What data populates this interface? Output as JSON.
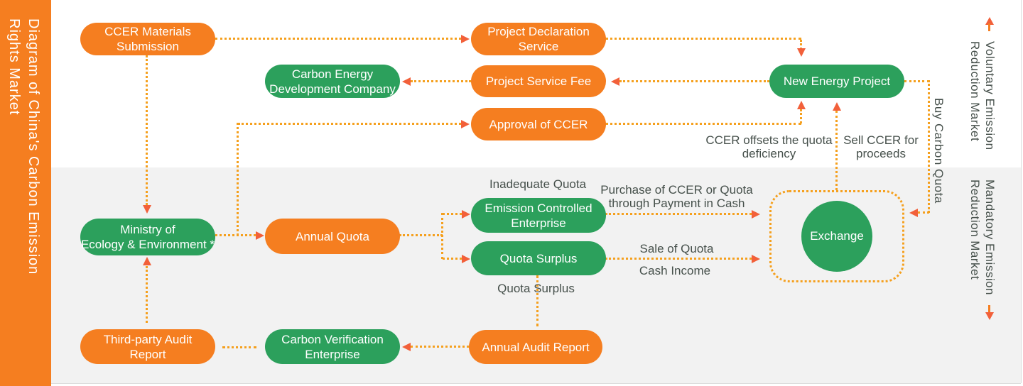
{
  "title": {
    "line1": "Diagram of China's Carbon Emission",
    "line2": "Rights Market"
  },
  "side": {
    "voluntary": {
      "line1": "Voluntary Emission",
      "line2": "Reduction Market"
    },
    "mandatory": {
      "line1": "Mandatory Emission",
      "line2": "Reduction Market"
    }
  },
  "nodes": {
    "ccer_materials": "CCER Materials\nSubmission",
    "project_declaration": "Project Declaration\nService",
    "carbon_energy_dev": "Carbon Energy\nDevelopment Company",
    "project_service_fee": "Project Service Fee",
    "new_energy_project": "New Energy Project",
    "approval_ccer": "Approval of CCER",
    "ministry": "Ministry of\nEcology & Environment *",
    "annual_quota": "Annual Quota",
    "emission_controlled": "Emission Controlled\nEnterprise",
    "quota_surplus": "Quota Surplus",
    "exchange": "Exchange",
    "third_party_audit": "Third-party Audit\nReport",
    "carbon_verification": "Carbon Verification\nEnterprise",
    "annual_audit": "Annual Audit Report"
  },
  "labels": {
    "ccer_offsets": "CCER offsets the quota\ndeficiency",
    "sell_ccer": "Sell CCER for\nproceeds",
    "buy_carbon_quota": "Buy Carbon Quota",
    "inadequate_quota": "Inadequate Quota",
    "purchase": "Purchase of CCER or Quota\nthrough Payment in Cash",
    "sale_of_quota": "Sale of Quota",
    "cash_income": "Cash Income",
    "quota_surplus": "Quota Surplus"
  },
  "colors": {
    "orange": "#F57E20",
    "green": "#2CA05C",
    "dot": "#F5A01E",
    "arrow": "#F2603A",
    "ink": "#46504B",
    "band": "#F2F2F2",
    "edge": "#DCDCDC"
  }
}
